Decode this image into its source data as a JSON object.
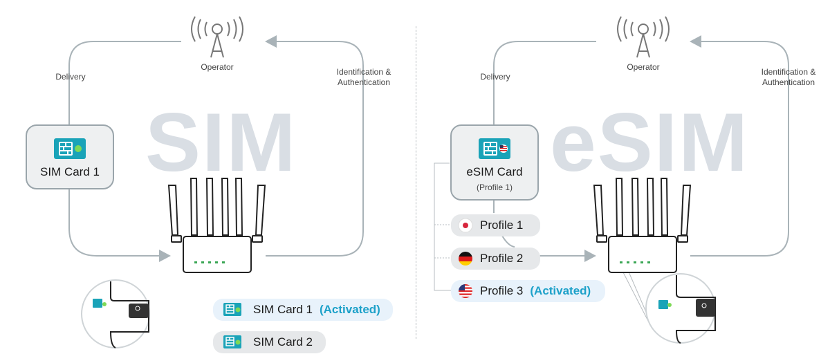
{
  "left": {
    "watermark": "SIM",
    "operator": "Operator",
    "delivery": "Delivery",
    "ident_line1": "Identification &",
    "ident_line2": "Authentication",
    "card_title": "SIM Card 1",
    "slots": [
      {
        "label": "SIM Card 1",
        "status": "(Activated)"
      },
      {
        "label": "SIM Card 2",
        "status": ""
      }
    ]
  },
  "right": {
    "watermark": "eSIM",
    "operator": "Operator",
    "delivery": "Delivery",
    "ident_line1": "Identification &",
    "ident_line2": "Authentication",
    "card_title": "eSIM Card",
    "card_sub": "(Profile 1)",
    "profiles": [
      {
        "label": "Profile 1",
        "flag": "japan-flag",
        "status": ""
      },
      {
        "label": "Profile 2",
        "flag": "germany-flag",
        "status": ""
      },
      {
        "label": "Profile 3",
        "flag": "usa-flag",
        "status": "(Activated)"
      }
    ]
  },
  "colors": {
    "accent": "#1da1c9",
    "sim_teal": "#1aa3b8",
    "sim_green": "#7ed957",
    "line": "#a9b3b8",
    "watermark": "#d9dee4"
  }
}
